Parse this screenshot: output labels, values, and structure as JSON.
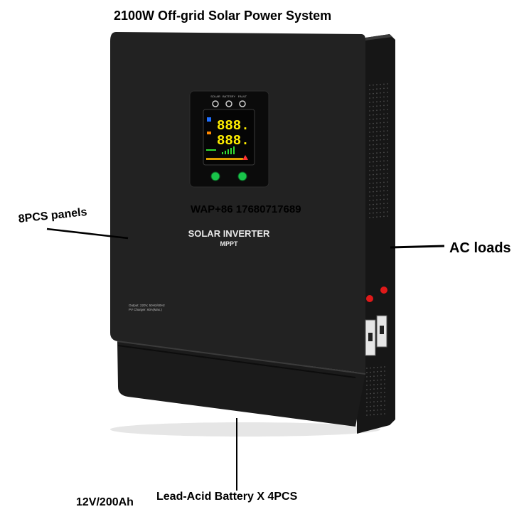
{
  "header": {
    "title": "2100W Off-grid Solar Power System"
  },
  "labels": {
    "panels": "8PCS panels",
    "ac_loads": "AC loads",
    "battery_spec": "12V/200Ah",
    "battery_count": "Lead-Acid Battery X 4PCS"
  },
  "watermark": "WAP+86 17680717689",
  "device": {
    "name_line1": "SOLAR INVERTER",
    "name_line2": "MPPT",
    "spec_line1": "Output: 220V, 50Hz/60Hz",
    "spec_line2": "PV Charger: 60A(Max.)",
    "indicators": [
      "SOLAR",
      "BATTERY",
      "FAULT"
    ],
    "display_top": "888.",
    "display_bottom": "888.",
    "colors": {
      "body": "#1e1e1e",
      "side": "#121212",
      "display_yellow": "#ffee00",
      "button_green": "#19c44a",
      "button_red": "#e01919"
    }
  }
}
